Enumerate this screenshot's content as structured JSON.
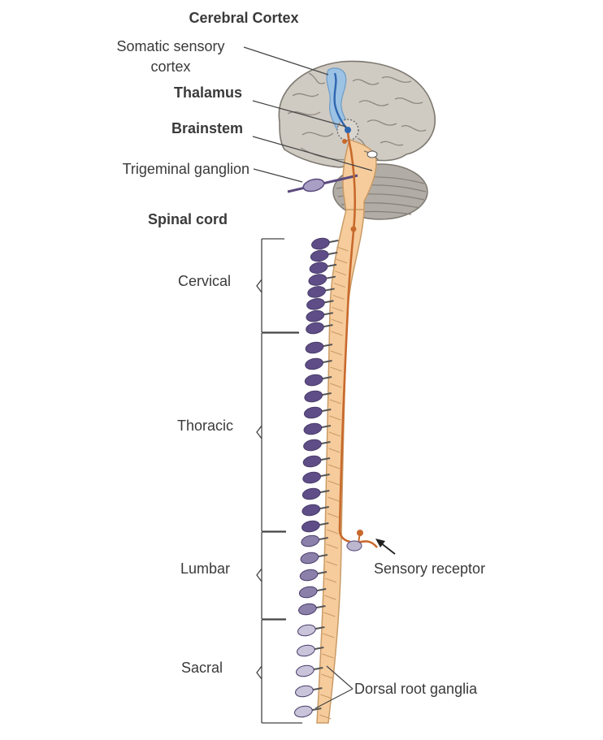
{
  "labels": {
    "cerebral_cortex": "Cerebral Cortex",
    "somatic_sensory_cortex_line1": "Somatic sensory",
    "somatic_sensory_cortex_line2": "cortex",
    "thalamus": "Thalamus",
    "brainstem": "Brainstem",
    "trigeminal_ganglion": "Trigeminal ganglion",
    "spinal_cord": "Spinal cord",
    "cervical": "Cervical",
    "thoracic": "Thoracic",
    "lumbar": "Lumbar",
    "sacral": "Sacral",
    "sensory_receptor": "Sensory receptor",
    "dorsal_root_ganglia": "Dorsal root ganglia"
  },
  "colors": {
    "brain": "#cfcac2",
    "brain_outline": "#7d7870",
    "cerebellum": "#b1aca5",
    "cortex_highlight": "#9cc3e4",
    "thalamus_pathway": "#2f66b0",
    "spinal_cord": "#f6cc9c",
    "spinal_cord_outline": "#c99b66",
    "sensory_pathway": "#c8692c",
    "ganglion_cervical_thoracic": "#5e4d87",
    "ganglion_lumbar": "#8b80aa",
    "ganglion_sacral": "#c9c4da",
    "bracket": "#444444"
  },
  "regions": {
    "cervical_ganglia": 8,
    "thoracic_ganglia": 12,
    "lumbar_ganglia": 5,
    "sacral_ganglia": 5
  }
}
